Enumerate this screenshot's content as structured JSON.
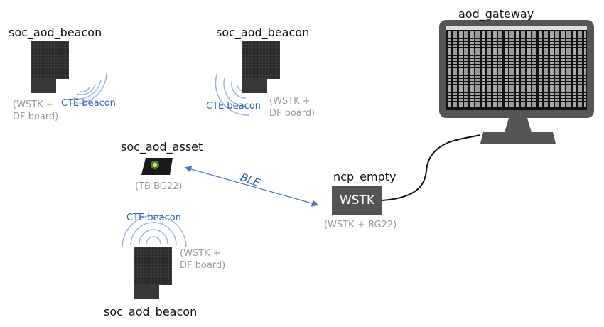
{
  "nodes": {
    "beacon_top_left": {
      "title": "soc_aod_beacon",
      "hw": "(WSTK +\nDF board)",
      "signal": "CTE beacon"
    },
    "beacon_top_mid": {
      "title": "soc_aod_beacon",
      "hw": "(WSTK +\nDF board)",
      "signal": "CTE beacon"
    },
    "beacon_bottom": {
      "title": "soc_aod_beacon",
      "hw": "(WSTK +\nDF board)",
      "signal": "CTE beacon"
    },
    "asset": {
      "title": "soc_aod_asset",
      "hw": "(TB BG22)"
    },
    "ncp": {
      "title": "ncp_empty",
      "box_label": "WSTK",
      "hw": "(WSTK + BG22)"
    },
    "gateway": {
      "title": "aod_gateway"
    }
  },
  "links": {
    "ble_label": "BLE"
  },
  "colors": {
    "link_blue": "#2f63b5",
    "wave_blue": "#9fb4e6",
    "hw_gray": "#9a9a9a"
  }
}
